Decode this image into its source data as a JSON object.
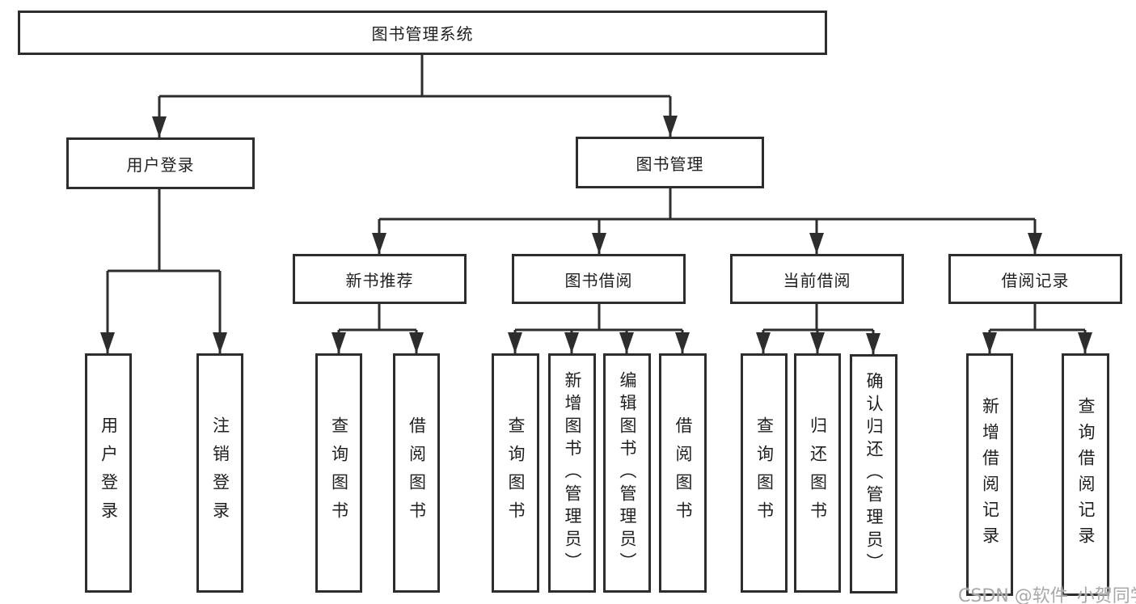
{
  "diagram_type": "tree-structure-chart",
  "colors": {
    "line": "#2d2d2d",
    "box_border": "#2d2d2d",
    "text": "#1f1f1f",
    "watermark": "#a8a8a8",
    "background": "#ffffff"
  },
  "watermark": {
    "text": "CSDN @软件_小贺同学"
  },
  "nodes": {
    "root": "图书管理系统",
    "user_login": "用户登录",
    "book_mgmt": "图书管理",
    "new_book_rec": "新书推荐",
    "book_borrow": "图书借阅",
    "current_borrow": "当前借阅",
    "borrow_record": "借阅记录",
    "leaf_user_login": "用户登录",
    "leaf_logout": "注销登录",
    "leaf_query_book_rec": "查询图书",
    "leaf_borrow_book_rec": "借阅图书",
    "leaf_query_book_borrow": "查询图书",
    "leaf_add_book": "新增图书（管理员）",
    "leaf_edit_book": "编辑图书（管理员）",
    "leaf_borrow_book_borrow": "借阅图书",
    "leaf_query_book_current": "查询图书",
    "leaf_return_book": "归还图书",
    "leaf_confirm_return": "确认归还（管理员）",
    "leaf_add_record": "新增借阅记录",
    "leaf_query_record": "查询借阅记录"
  },
  "hierarchy": {
    "root": "图书管理系统",
    "children": [
      {
        "label": "用户登录",
        "children": [
          "用户登录",
          "注销登录"
        ]
      },
      {
        "label": "图书管理",
        "children": [
          {
            "label": "新书推荐",
            "children": [
              "查询图书",
              "借阅图书"
            ]
          },
          {
            "label": "图书借阅",
            "children": [
              "查询图书",
              "新增图书（管理员）",
              "编辑图书（管理员）",
              "借阅图书"
            ]
          },
          {
            "label": "当前借阅",
            "children": [
              "查询图书",
              "归还图书",
              "确认归还（管理员）"
            ]
          },
          {
            "label": "借阅记录",
            "children": [
              "新增借阅记录",
              "查询借阅记录"
            ]
          }
        ]
      }
    ]
  }
}
